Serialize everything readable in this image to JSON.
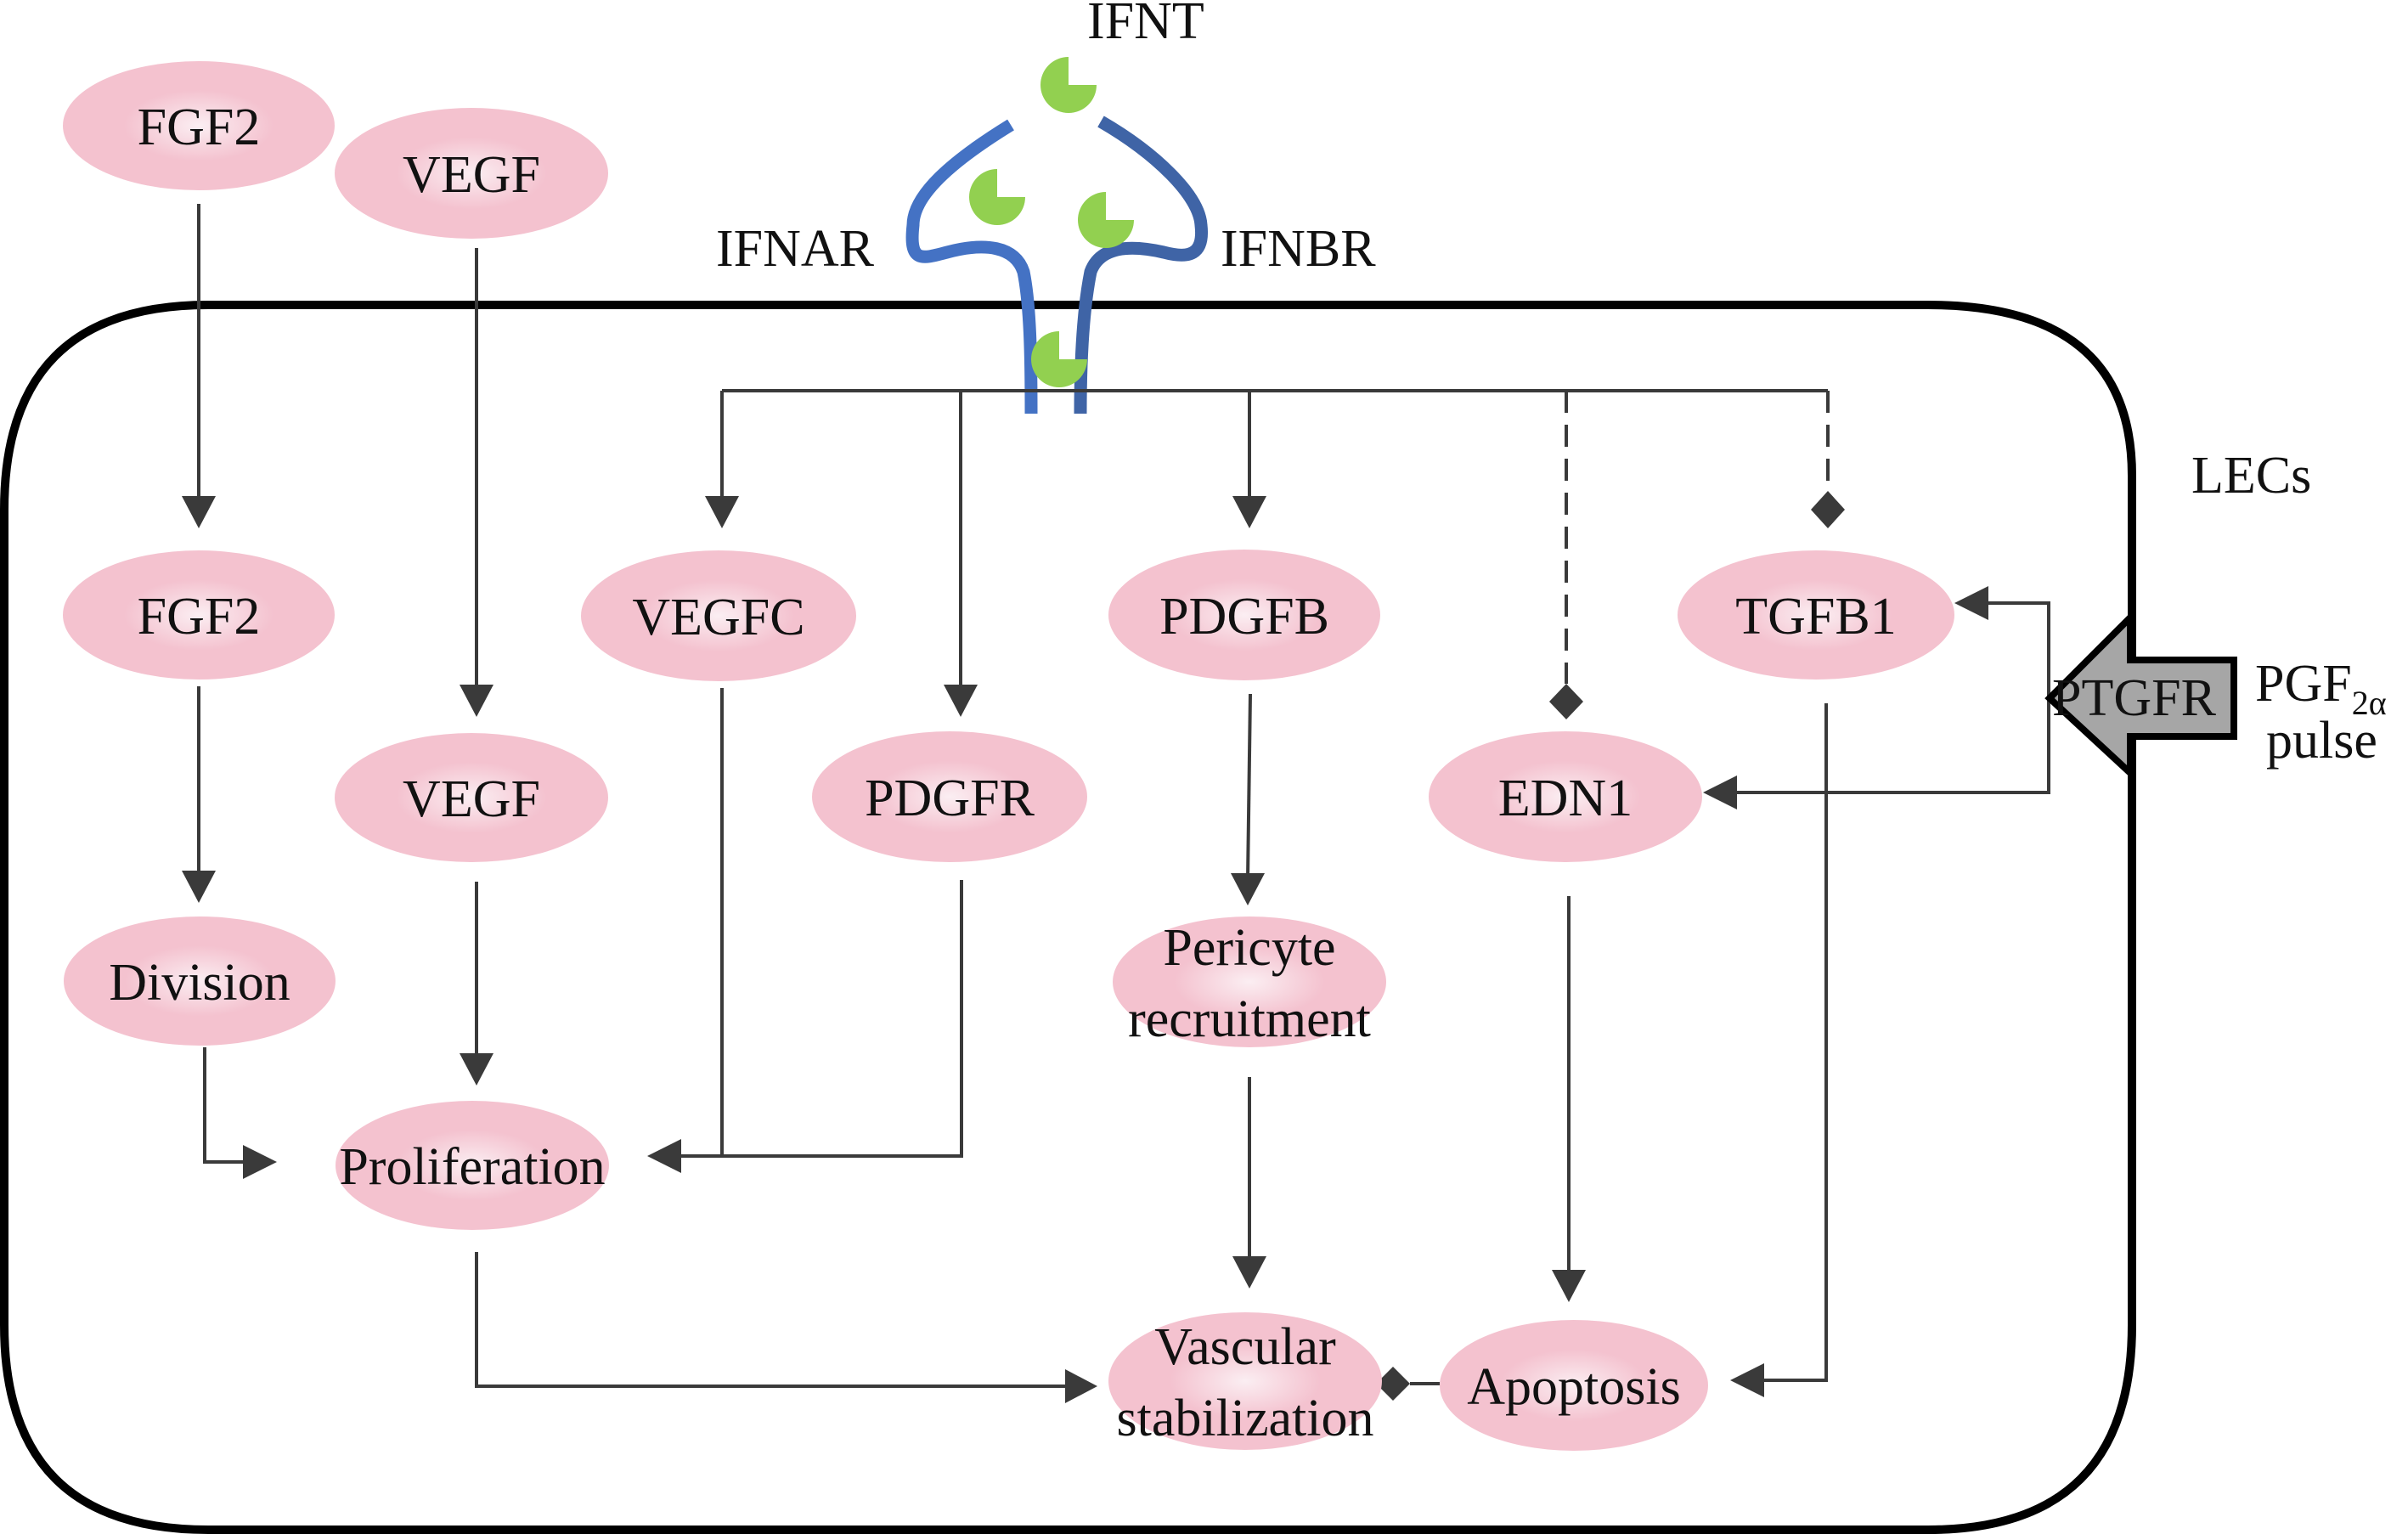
{
  "diagram": {
    "cell_label": "LECs",
    "ligand_label": "IFNT",
    "receptors": {
      "left": "IFNAR",
      "right": "IFNBR"
    },
    "external_signal": {
      "receptor": "PTGFR",
      "ligand_main": "PGF",
      "ligand_sub": "2α",
      "ligand_line2": "pulse"
    },
    "colors": {
      "node_fill": "#f4c2cf",
      "node_center": "#fbeef2",
      "receptor_left": "#4472c4",
      "receptor_right": "#3f64a6",
      "ligand": "#92d050",
      "ptgfr_fill": "#a6a6a6",
      "edge": "#3a3a3a"
    },
    "nodes": {
      "fgf2_ext": {
        "lines": [
          "FGF2"
        ]
      },
      "vegf_ext": {
        "lines": [
          "VEGF"
        ]
      },
      "fgf2": {
        "lines": [
          "FGF2"
        ]
      },
      "vegf": {
        "lines": [
          "VEGF"
        ]
      },
      "vegfc": {
        "lines": [
          "VEGFC"
        ]
      },
      "pdgfr": {
        "lines": [
          "PDGFR"
        ]
      },
      "pdgfb": {
        "lines": [
          "PDGFB"
        ]
      },
      "edn1": {
        "lines": [
          "EDN1"
        ]
      },
      "tgfb1": {
        "lines": [
          "TGFB1"
        ]
      },
      "division": {
        "lines": [
          "Division"
        ]
      },
      "proliferation": {
        "lines": [
          "Proliferation"
        ]
      },
      "pericyte": {
        "lines": [
          "Pericyte",
          "recruitment"
        ]
      },
      "vascular": {
        "lines": [
          "Vascular",
          "stabilization"
        ]
      },
      "apoptosis": {
        "lines": [
          "Apoptosis"
        ]
      }
    },
    "edges": [
      {
        "from": "FGF2 (extracellular)",
        "to": "FGF2",
        "type": "activation"
      },
      {
        "from": "VEGF (extracellular)",
        "to": "VEGF",
        "type": "activation"
      },
      {
        "from": "FGF2",
        "to": "Division",
        "type": "activation"
      },
      {
        "from": "Division",
        "to": "Proliferation",
        "type": "activation"
      },
      {
        "from": "VEGF",
        "to": "Proliferation",
        "type": "activation"
      },
      {
        "from": "IFNT receptor",
        "to": "VEGFC",
        "type": "activation"
      },
      {
        "from": "IFNT receptor",
        "to": "PDGFR",
        "type": "activation"
      },
      {
        "from": "IFNT receptor",
        "to": "PDGFB",
        "type": "activation"
      },
      {
        "from": "IFNT receptor",
        "to": "EDN1",
        "type": "inhibition-dashed"
      },
      {
        "from": "IFNT receptor",
        "to": "TGFB1",
        "type": "inhibition-dashed"
      },
      {
        "from": "VEGFC",
        "to": "Proliferation",
        "type": "activation"
      },
      {
        "from": "PDGFR",
        "to": "Proliferation",
        "type": "activation"
      },
      {
        "from": "PDGFB",
        "to": "Pericyte recruitment",
        "type": "activation"
      },
      {
        "from": "Pericyte recruitment",
        "to": "Vascular stabilization",
        "type": "activation"
      },
      {
        "from": "Proliferation",
        "to": "Vascular stabilization",
        "type": "activation"
      },
      {
        "from": "EDN1",
        "to": "Apoptosis",
        "type": "activation"
      },
      {
        "from": "TGFB1",
        "to": "Apoptosis",
        "type": "activation"
      },
      {
        "from": "Apoptosis",
        "to": "Vascular stabilization",
        "type": "inhibition"
      },
      {
        "from": "PTGFR",
        "to": "TGFB1",
        "type": "activation"
      },
      {
        "from": "PTGFR",
        "to": "EDN1",
        "type": "activation"
      }
    ]
  }
}
